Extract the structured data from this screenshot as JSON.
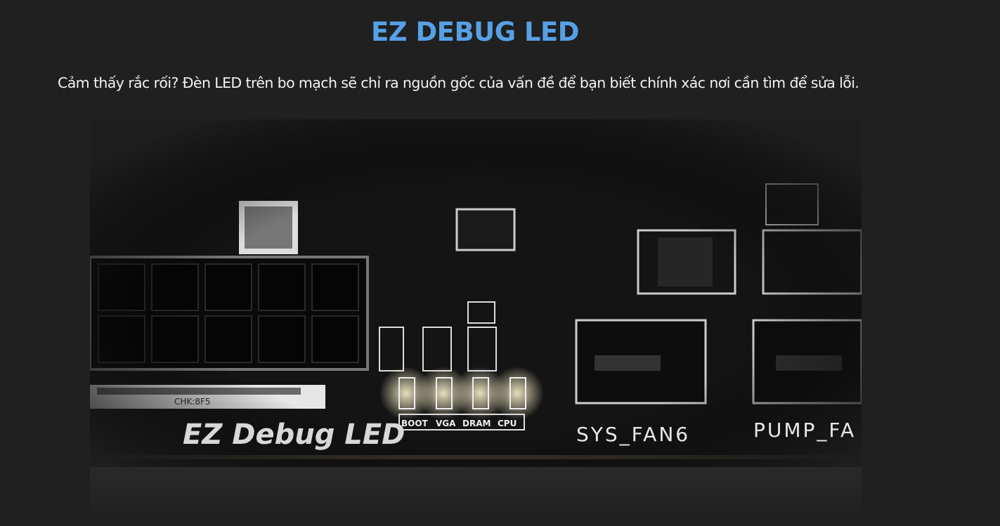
{
  "header": {
    "title": "EZ DEBUG LED"
  },
  "description": "Cảm thấy rắc rối? Đèn LED trên bo mạch sẽ chỉ ra nguồn gốc của vấn đề để bạn biết chính xác nơi cần tìm để sửa lỗi.",
  "photo": {
    "board_label": "EZ Debug LED",
    "led_labels": [
      "BOOT",
      "VGA",
      "DRAM",
      "CPU"
    ],
    "fan_header_1": "SYS_FAN6",
    "fan_header_2": "PUMP_FA",
    "sticker": "CHK:8F5",
    "led_color": "#fff3c0"
  }
}
